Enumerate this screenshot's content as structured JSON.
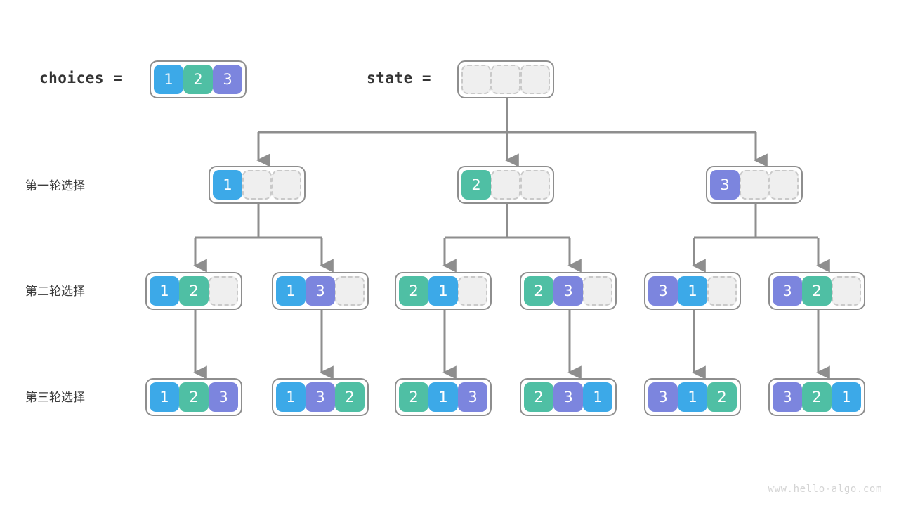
{
  "header": {
    "choices_label": "choices =",
    "state_label": "state =",
    "choices_values": [
      "1",
      "2",
      "3"
    ],
    "state_values": [
      "",
      "",
      ""
    ]
  },
  "rows": [
    {
      "label": "第一轮选择",
      "nodes": [
        {
          "values": [
            "1",
            "",
            ""
          ]
        },
        {
          "values": [
            "2",
            "",
            ""
          ]
        },
        {
          "values": [
            "3",
            "",
            ""
          ]
        }
      ]
    },
    {
      "label": "第二轮选择",
      "nodes": [
        {
          "values": [
            "1",
            "2",
            ""
          ]
        },
        {
          "values": [
            "1",
            "3",
            ""
          ]
        },
        {
          "values": [
            "2",
            "1",
            ""
          ]
        },
        {
          "values": [
            "2",
            "3",
            ""
          ]
        },
        {
          "values": [
            "3",
            "1",
            ""
          ]
        },
        {
          "values": [
            "3",
            "2",
            ""
          ]
        }
      ]
    },
    {
      "label": "第三轮选择",
      "nodes": [
        {
          "values": [
            "1",
            "2",
            "3"
          ]
        },
        {
          "values": [
            "1",
            "3",
            "2"
          ]
        },
        {
          "values": [
            "2",
            "1",
            "3"
          ]
        },
        {
          "values": [
            "2",
            "3",
            "1"
          ]
        },
        {
          "values": [
            "3",
            "1",
            "2"
          ]
        },
        {
          "values": [
            "3",
            "2",
            "1"
          ]
        }
      ]
    }
  ],
  "colors": {
    "value_1": "#3CA9E8",
    "value_2": "#4FBFA4",
    "value_3": "#7C85DE",
    "empty_fill": "#EFEFEF",
    "empty_border": "#C9C9C9",
    "array_border": "#8E8E8E",
    "connector": "#8E8E8E",
    "text": "#3C3C3C",
    "watermark": "#D4D4D4",
    "background": "#FFFFFF"
  },
  "watermark": "www.hello-algo.com"
}
